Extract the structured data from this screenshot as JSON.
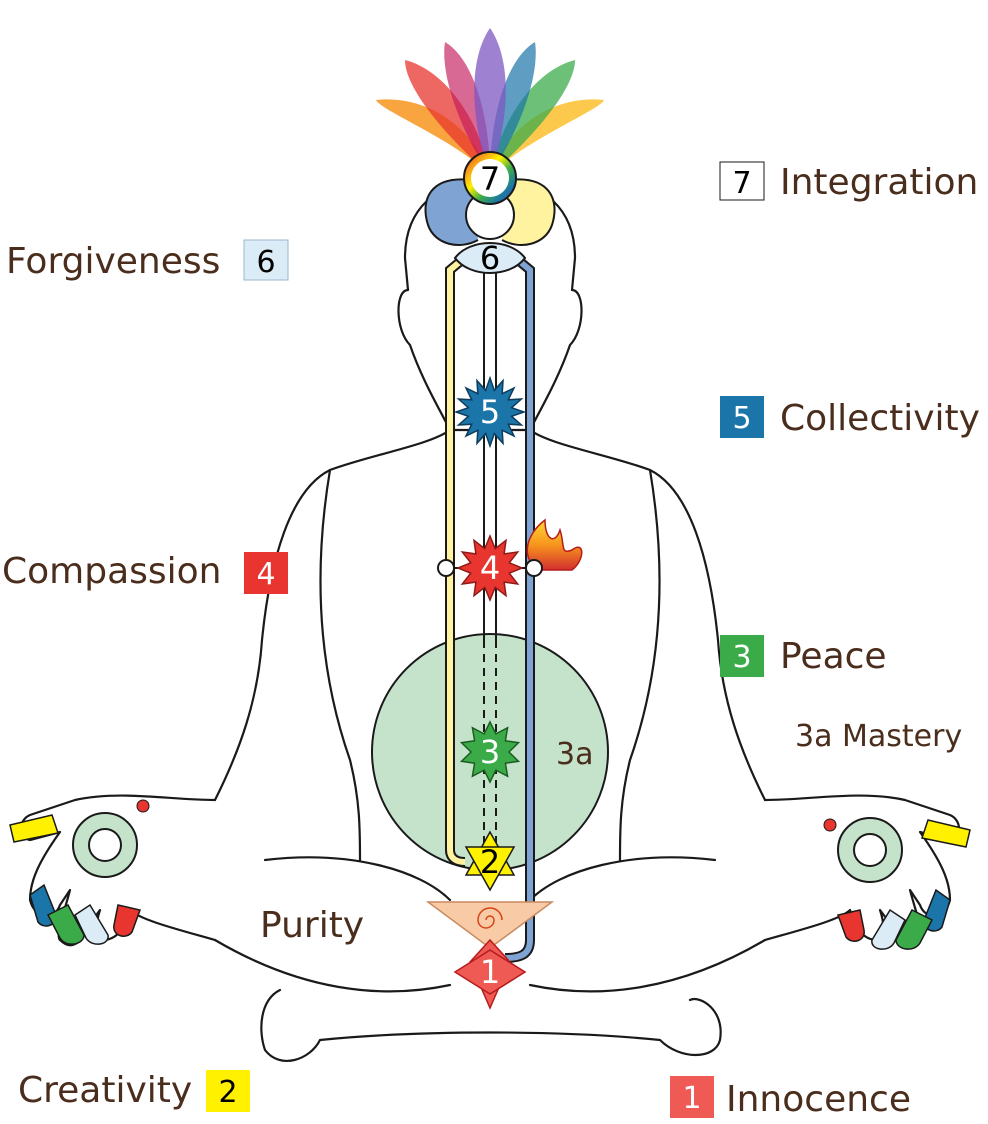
{
  "title": "",
  "chakras": [
    {
      "number": "7",
      "label": "Integration",
      "color": "#ffffff"
    },
    {
      "number": "6",
      "label": "Forgiveness",
      "color": "#dcecf7"
    },
    {
      "number": "5",
      "label": "Collectivity",
      "color": "#1b75a8"
    },
    {
      "number": "4",
      "label": "Compassion",
      "color": "#e8352f"
    },
    {
      "number": "3",
      "label": "Peace",
      "color": "#3bab4a"
    },
    {
      "number": "2",
      "label": "Creativity",
      "color": "#fff100"
    },
    {
      "number": "1",
      "label": "Innocence",
      "color": "#ef5a55"
    }
  ],
  "center_labels": {
    "mastery": "3a Mastery",
    "void": "3a",
    "purity": "Purity"
  },
  "channel_colors": {
    "left": "#fff3a0",
    "right": "#7fa3d2",
    "void": "#c5e3cb"
  }
}
